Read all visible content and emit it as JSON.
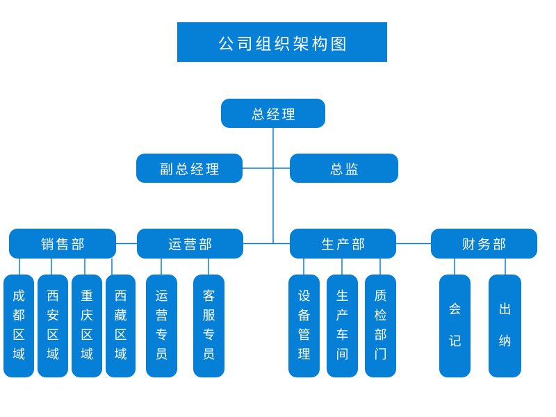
{
  "colors": {
    "node_fill": "#0580d6",
    "node_text": "#ffffff",
    "connector": "#0580d6",
    "background": "#ffffff"
  },
  "org_chart": {
    "title": "公司组织架构图",
    "root": {
      "label": "总经理"
    },
    "level2": [
      {
        "label": "副总经理"
      },
      {
        "label": "总监"
      }
    ],
    "departments": [
      {
        "label": "销售部",
        "children": [
          {
            "label": "成都区域"
          },
          {
            "label": "西安区域"
          },
          {
            "label": "重庆区域"
          },
          {
            "label": "西藏区域"
          }
        ]
      },
      {
        "label": "运营部",
        "children": [
          {
            "label": "运营专员"
          },
          {
            "label": "客服专员"
          }
        ]
      },
      {
        "label": "生产部",
        "children": [
          {
            "label": "设备管理"
          },
          {
            "label": "生产车间"
          },
          {
            "label": "质检部门"
          }
        ]
      },
      {
        "label": "财务部",
        "children": [
          {
            "label": "会记"
          },
          {
            "label": "出纳"
          }
        ]
      }
    ]
  }
}
